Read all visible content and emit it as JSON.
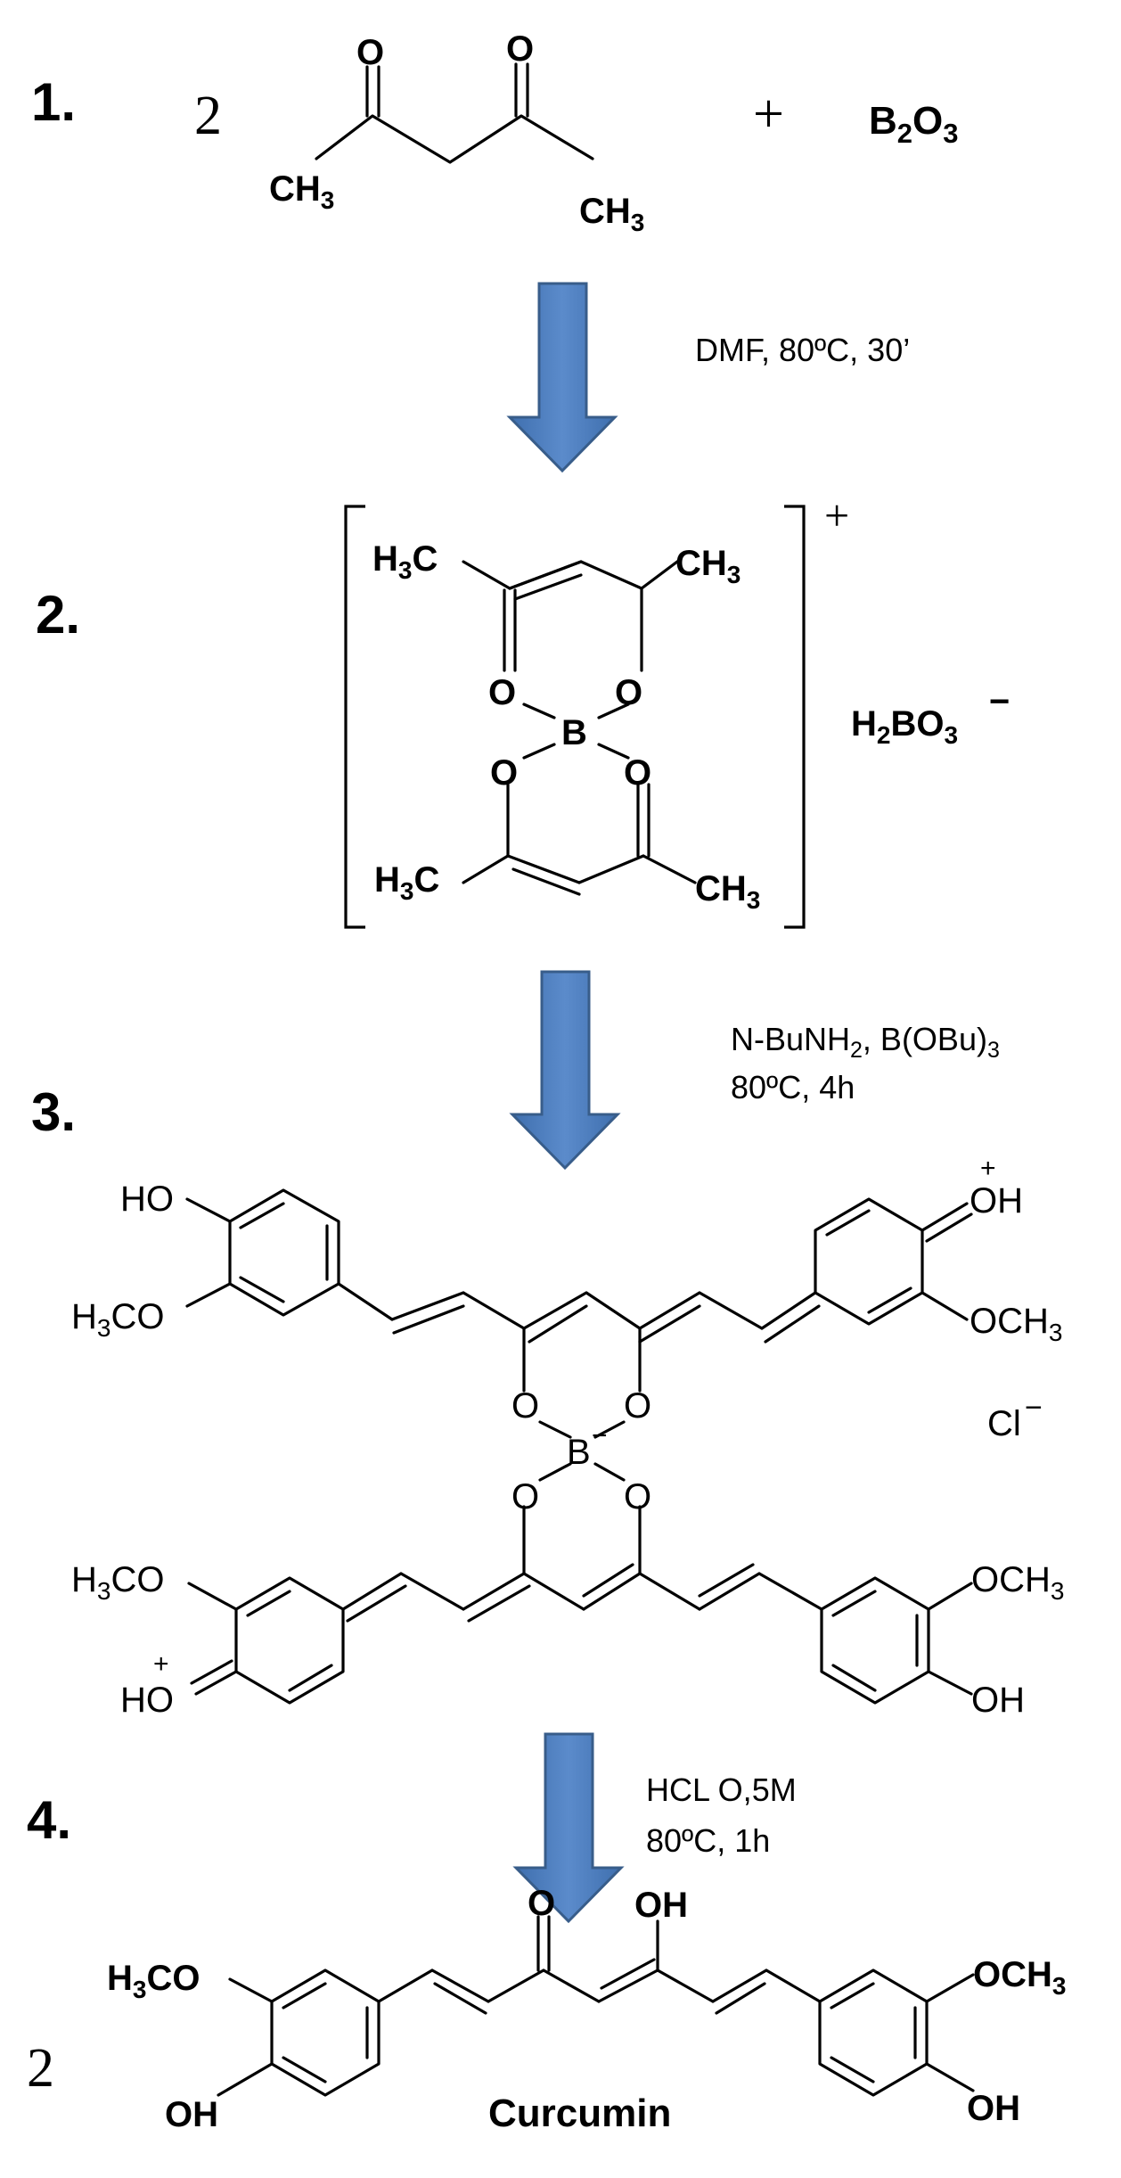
{
  "steps": [
    {
      "number": "1.",
      "coefficient": "2",
      "reactant_atoms": {
        "o_left": "O",
        "o_right": "O",
        "ch3_left": "CH3",
        "ch3_right": "CH3"
      },
      "plus": "+",
      "reagent": "B2O3"
    },
    {
      "number": "2.",
      "complex_atoms": {
        "h3c_top": "H3C",
        "ch3_top": "CH3",
        "h3c_bottom": "H3C",
        "ch3_bottom": "CH3",
        "o": "O",
        "b": "B"
      },
      "charge": "+",
      "counterion": "H2BO3",
      "counterion_charge": "−"
    },
    {
      "number": "3.",
      "groups": {
        "oh": "HO",
        "och3_left": "H3CO",
        "oh_plus": "OH",
        "och3_right": "OCH3",
        "oh_plain": "OH",
        "b_minus": "B",
        "minus": "−",
        "plus": "+"
      },
      "counterion": "Cl",
      "counterion_charge": "−"
    },
    {
      "number": "4.",
      "coefficient": "2",
      "groups": {
        "o": "O",
        "oh": "OH",
        "h3co": "H3CO",
        "och3": "OCH3"
      },
      "product_name": "Curcumin"
    }
  ],
  "arrows": [
    {
      "conditions": [
        "DMF, 80ºC, 30’"
      ]
    },
    {
      "conditions": [
        "N-BuNH2, B(OBu)3",
        "80ºC, 4h"
      ]
    },
    {
      "conditions": [
        "HCL O,5M",
        "80ºC, 1h"
      ]
    }
  ],
  "colors": {
    "arrow_fill": "#4f81bd",
    "arrow_stroke": "#385d8a",
    "ink": "#000000"
  }
}
